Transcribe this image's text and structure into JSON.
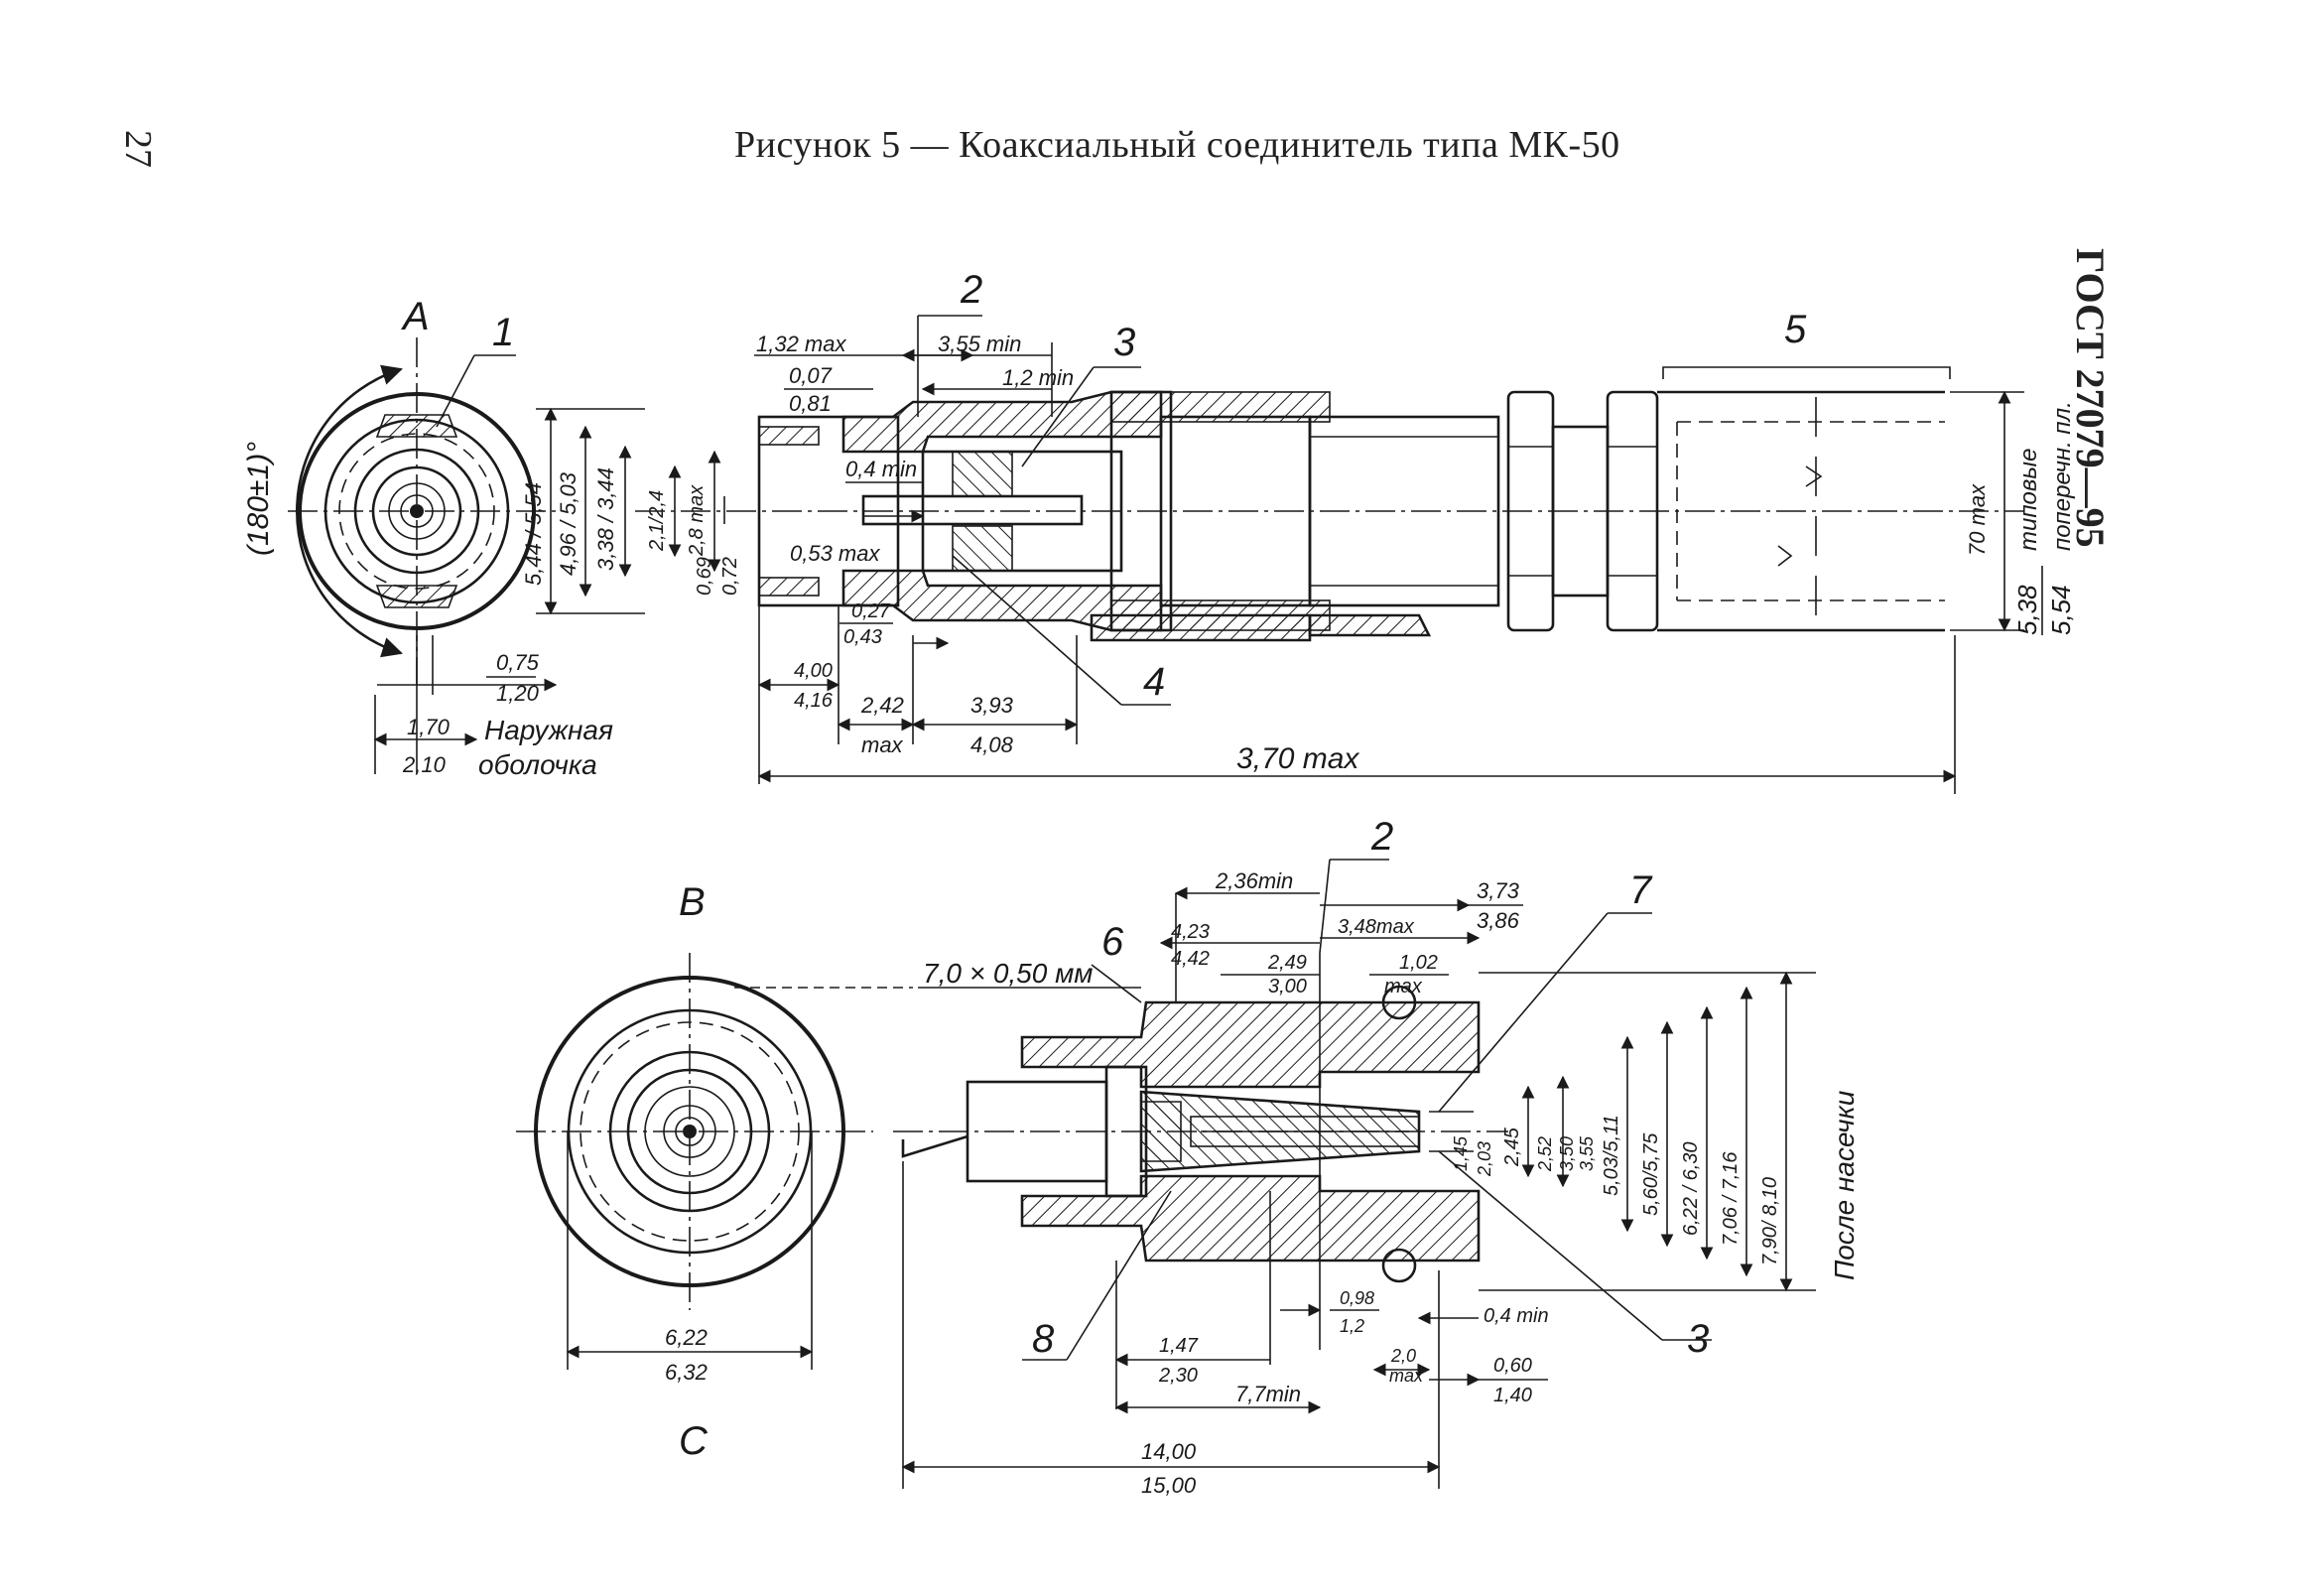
{
  "header": {
    "page_number": "27",
    "figure_title": "Рисунок 5 — Коаксиальный соединитель типа МК-50",
    "document_code": "ГОСТ 27079—95"
  },
  "view_labels": {
    "A": "A",
    "B": "B",
    "C": "C"
  },
  "part_numbers": {
    "p1": "1",
    "p2_top": "2",
    "p3_top": "3",
    "p4": "4",
    "p5": "5",
    "p2_bot": "2",
    "p3_bot": "3",
    "p6": "6",
    "p7": "7",
    "p8": "8"
  },
  "dims_top": {
    "angle": "(180±1)°",
    "d_0_75": "0,75",
    "d_1_20": "1,20",
    "d_1_70": "1,70",
    "d_2_10": "2,10",
    "outer_sheath_1": "Наружная",
    "outer_sheath_2": "оболочка",
    "d_5_44_5_54": "5,44 / 5,54",
    "d_4_96_5_03": "4,96 / 5,03",
    "d_3_38_3_44": "3,38 / 3,44",
    "d_2_8max": "2,8 max",
    "d_2_1_2_4": "2,1/2,4",
    "d_0_69": "0,69",
    "d_0_72": "0,72",
    "d_1_32max": "1,32 max",
    "d_3_55min": "3,55 min",
    "d_0_07": "0,07",
    "d_0_81": "0,81",
    "d_1_2min": "1,2 min",
    "d_0_4min": "0,4 min",
    "d_0_53max": "0,53 max",
    "d_0_27": "0,27",
    "d_0_43": "0,43",
    "d_4_00": "4,00",
    "d_4_16": "4,16",
    "d_2_42": "2,42",
    "d_max": "max",
    "d_3_93": "3,93",
    "d_4_08": "4,08",
    "d_3_70max": "3,70 max",
    "d_70max": "70 max",
    "d_5_38": "5,38",
    "d_5_54": "5,54",
    "typical_1": "типовые",
    "typical_2": "поперечн. пл."
  },
  "dims_bottom": {
    "d_7_0x0_50": "7,0 × 0,50 мм",
    "d_2_36min": "2,36min",
    "d_3_73": "3,73",
    "d_3_86": "3,86",
    "d_4_23": "4,23",
    "d_4_42": "4,42",
    "d_3_48max": "3,48max",
    "d_2_49": "2,49",
    "d_3_00": "3,00",
    "d_1_02": "1,02",
    "d_max": "max",
    "d_1_45": "1,45",
    "d_2_03": "2,03",
    "d_2_45": "2,45",
    "d_2_52": "2,52",
    "d_3_50": "3,50",
    "d_3_55": "3,55",
    "d_5_03_5_11": "5,03/5,11",
    "d_5_60_5_75": "5,60/5,75",
    "d_6_22_6_30": "6,22 / 6,30",
    "d_7_06_7_16": "7,06 / 7,16",
    "d_7_90_8_10": "7,90/ 8,10",
    "after_knurl": "После насечки",
    "d_6_22": "6,22",
    "d_6_32": "6,32",
    "d_0_98": "0,98",
    "d_1_2": "1,2",
    "d_0_4min": "0,4 min",
    "d_1_47": "1,47",
    "d_2_30": "2,30",
    "d_2_0": "2,0",
    "d_max2": "max",
    "d_0_60": "0,60",
    "d_1_40": "1,40",
    "d_7_7min": "7,7min",
    "d_14_00": "14,00",
    "d_15_00": "15,00"
  }
}
